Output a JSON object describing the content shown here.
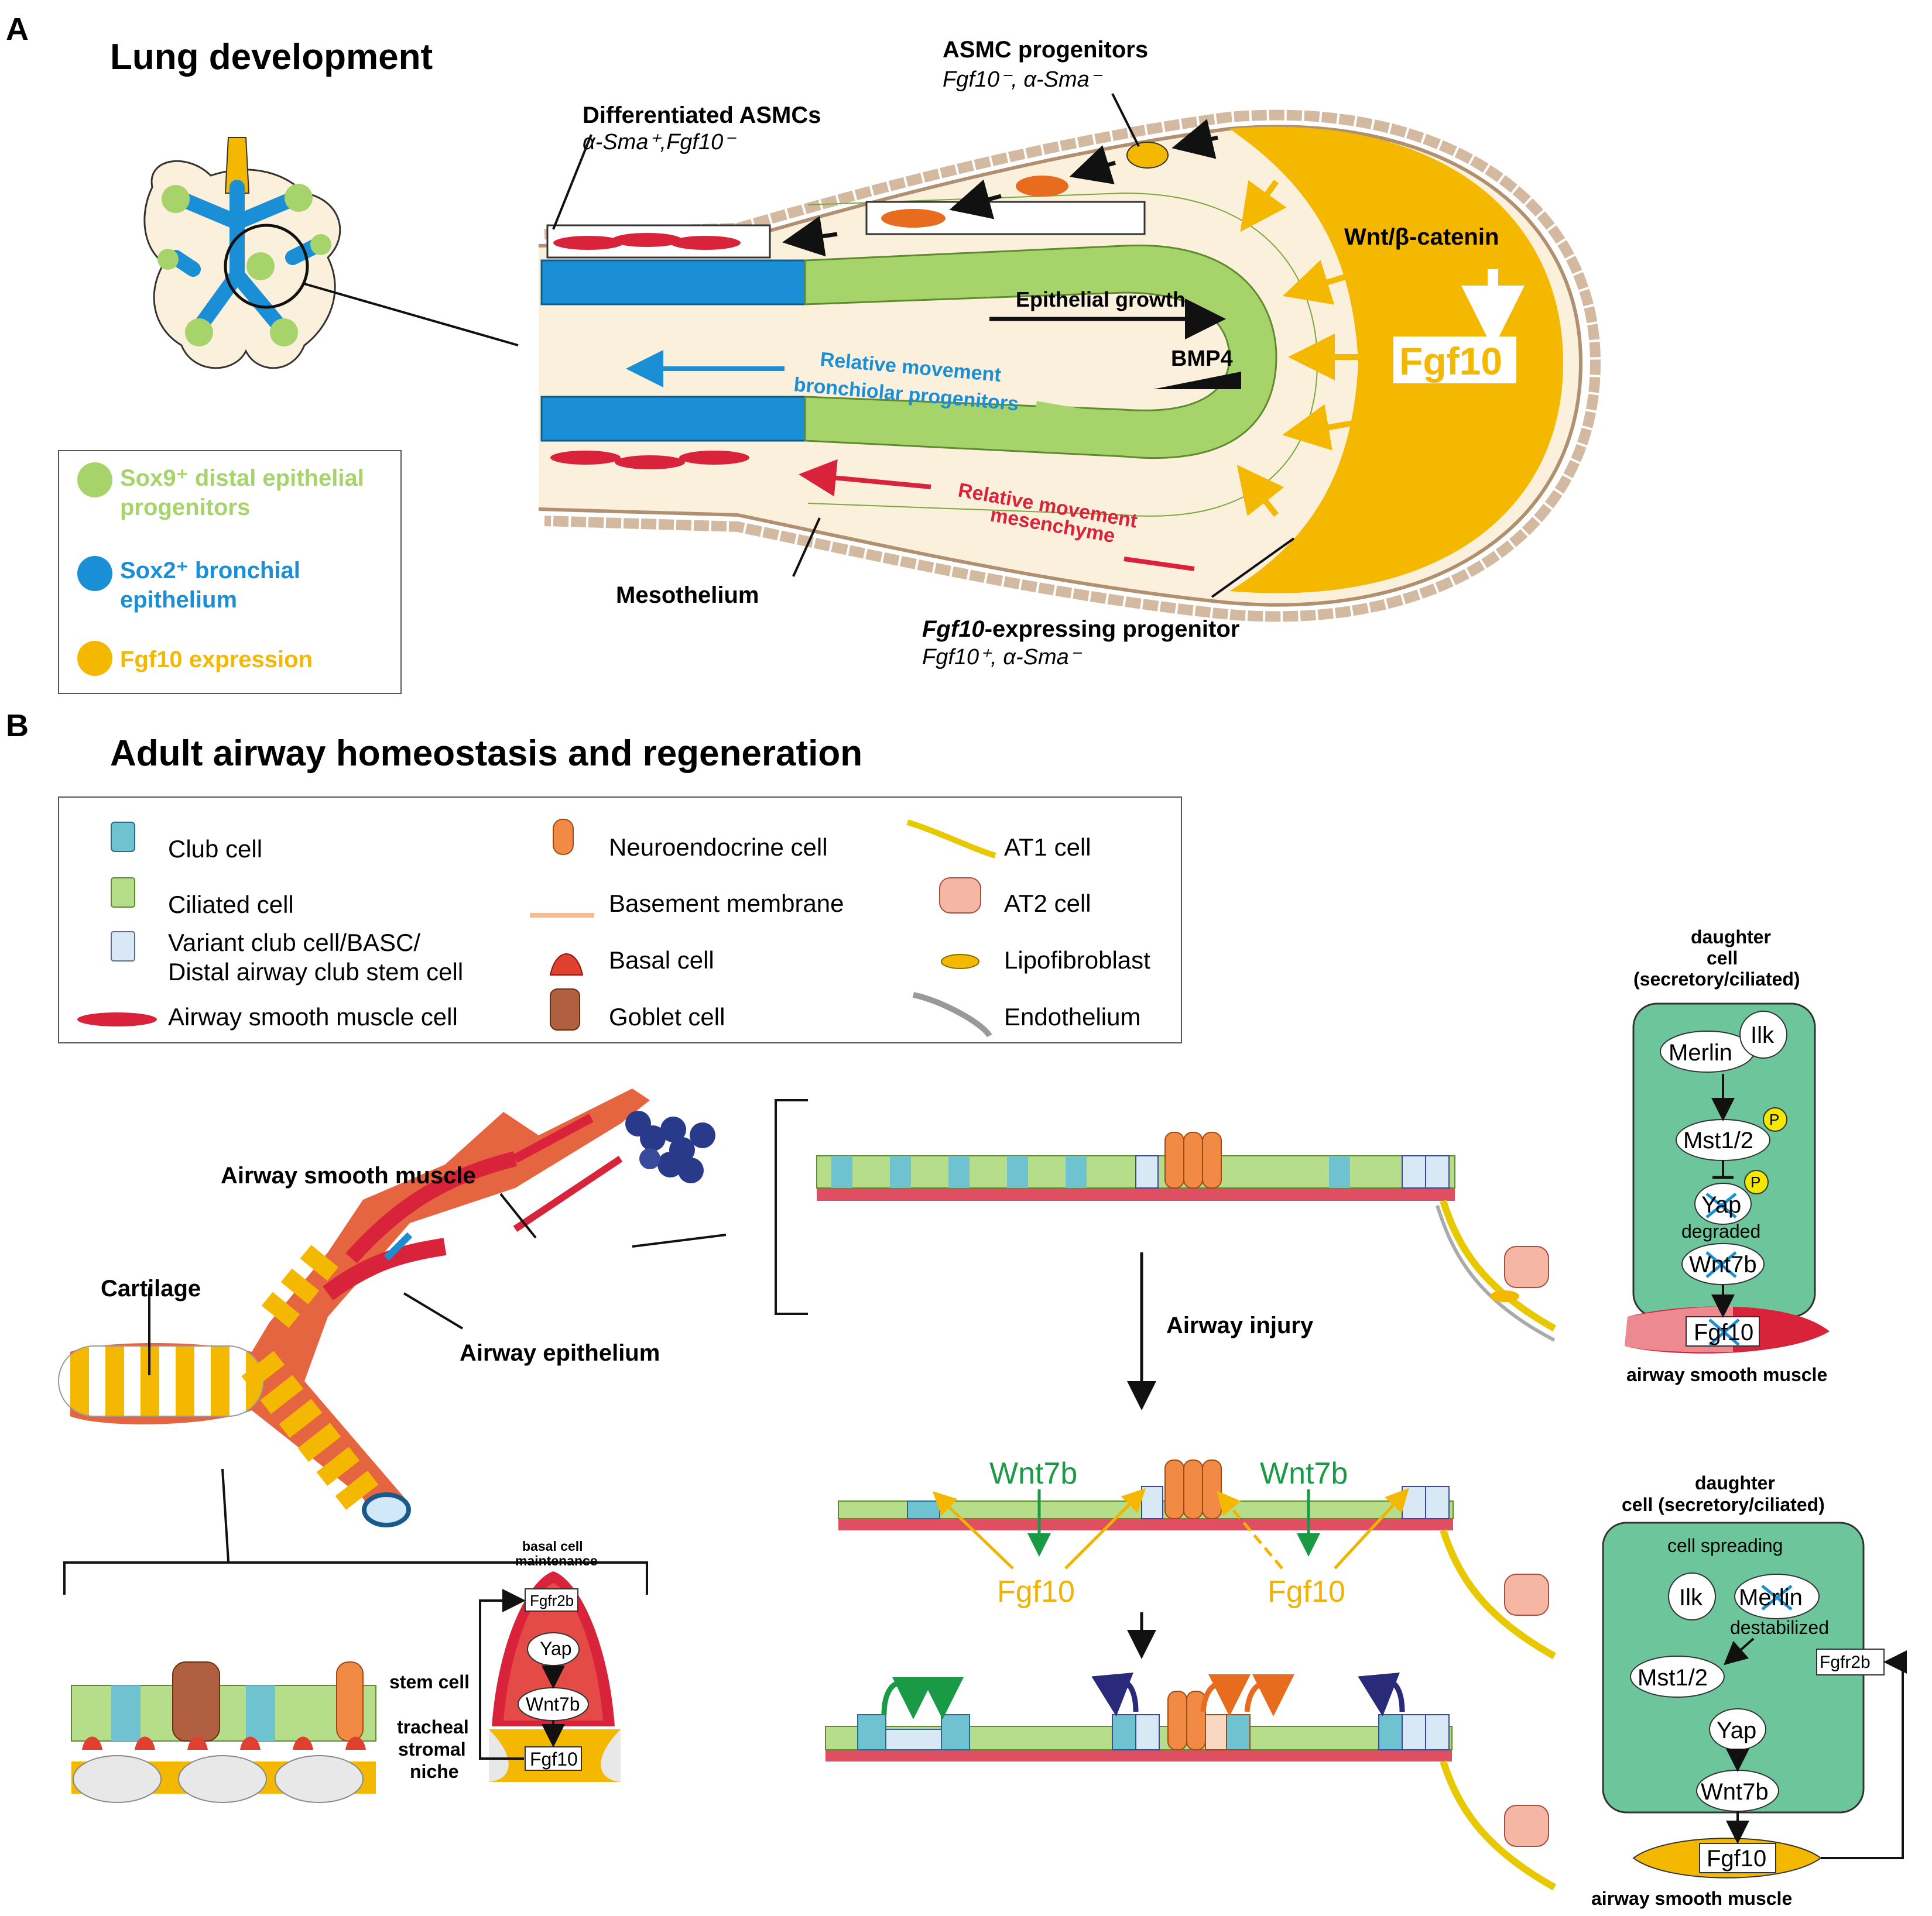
{
  "panel_a": {
    "letter": "A",
    "title": "Lung development",
    "asmc_prog": {
      "title": "ASMC progenitors",
      "markers": "Fgf10⁻, α-Sma⁻"
    },
    "diff_asmc": {
      "title": "Differentiated ASMCs",
      "markers": "α-Sma⁺,Fgf10⁻"
    },
    "wnt": "Wnt/β-catenin",
    "epithelial_growth": "Epithelial growth",
    "bmp4": "BMP4",
    "fgf10_big": "Fgf10",
    "rel_bronch_1": "Relative movement",
    "rel_bronch_2": "bronchiolar progenitors",
    "rel_mes_1": "Relative movement",
    "rel_mes_2": "mesenchyme",
    "mesothelium": "Mesothelium",
    "fgf10_prog_title_it": "Fgf10",
    "fgf10_prog_title_rest": "-expressing progenitor",
    "fgf10_prog_markers": "Fgf10⁺, α-Sma⁻",
    "legend": [
      {
        "line1": "Sox9⁺ distal epithelial",
        "line2": "progenitors",
        "color": "#a6d46b"
      },
      {
        "line1": "Sox2⁺ bronchial",
        "line2": "epithelium",
        "color": "#1a8fd6"
      },
      {
        "line1": "Fgf10 expression",
        "line2": "",
        "color": "#f5b800"
      }
    ]
  },
  "panel_b": {
    "letter": "B",
    "title": "Adult airway homeostasis and regeneration",
    "legend_col1": [
      "Club cell",
      "Ciliated cell",
      "Variant club cell/BASC/",
      "Distal airway club stem cell",
      "Airway smooth muscle cell"
    ],
    "legend_col2": [
      "Neuroendocrine cell",
      "Basement membrane",
      "Basal cell",
      "Goblet cell"
    ],
    "legend_col3": [
      "AT1 cell",
      "AT2 cell",
      "Lipofibroblast",
      "Endothelium"
    ],
    "airway_smooth_muscle": "Airway smooth muscle",
    "cartilage": "Cartilage",
    "airway_epithelium": "Airway epithelium",
    "airway_injury": "Airway injury",
    "wnt7b": "Wnt7b",
    "fgf10": "Fgf10",
    "basal": {
      "title1": "basal cell",
      "title2": "maintenance",
      "fgfr2b": "Fgfr2b",
      "yap": "Yap",
      "wnt7b": "Wnt7b",
      "fgf10": "Fgf10",
      "stem_cell": "stem cell",
      "niche1": "tracheal",
      "niche2": "stromal",
      "niche3": "niche"
    },
    "top_path": {
      "title1": "daughter",
      "title2": "cell",
      "title3": "(secretory/ciliated)",
      "merlin": "Merlin",
      "ilk": "Ilk",
      "mst": "Mst1/2",
      "p": "P",
      "yap": "Yap",
      "degraded": "degraded",
      "wnt7b": "Wnt7b",
      "fgf10": "Fgf10",
      "muscle": "airway smooth muscle"
    },
    "bottom_path": {
      "title1": "daughter",
      "title2": "cell (secretory/ciliated)",
      "spreading": "cell spreading",
      "ilk": "Ilk",
      "merlin": "Merlin",
      "destabilized": "destabilized",
      "mst": "Mst1/2",
      "yap": "Yap",
      "wnt7b": "Wnt7b",
      "fgf10": "Fgf10",
      "fgfr2b": "Fgfr2b",
      "muscle": "airway smooth muscle"
    }
  },
  "colors": {
    "green": "#a6d46b",
    "blue": "#1a8fd6",
    "yellow": "#f5b800",
    "pathway_green": "#6dc59b",
    "red": "#d8233a",
    "orange": "#e86c1e",
    "mes_bg": "#fbf0dc",
    "wnt_green": "#1a9a45",
    "fgf_yellow": "#f0b400",
    "navy": "#2a2a7a"
  }
}
